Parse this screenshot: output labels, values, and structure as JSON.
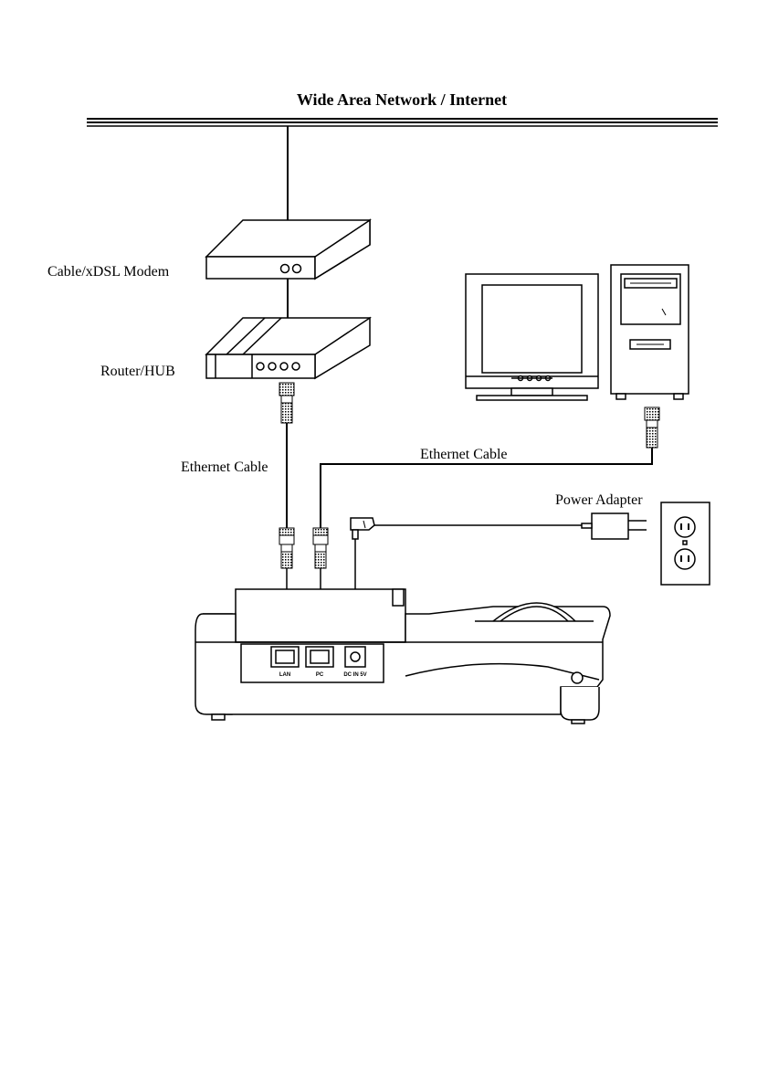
{
  "diagram": {
    "title": "Wide Area Network / Internet",
    "labels": {
      "modem": "Cable/xDSL Modem",
      "router": "Router/HUB",
      "ethernet_cable_left": "Ethernet Cable",
      "ethernet_cable_right": "Ethernet Cable",
      "power_adapter": "Power Adapter"
    },
    "ports": {
      "lan": "LAN",
      "pc": "PC",
      "dc_in": "DC IN 5V"
    }
  }
}
